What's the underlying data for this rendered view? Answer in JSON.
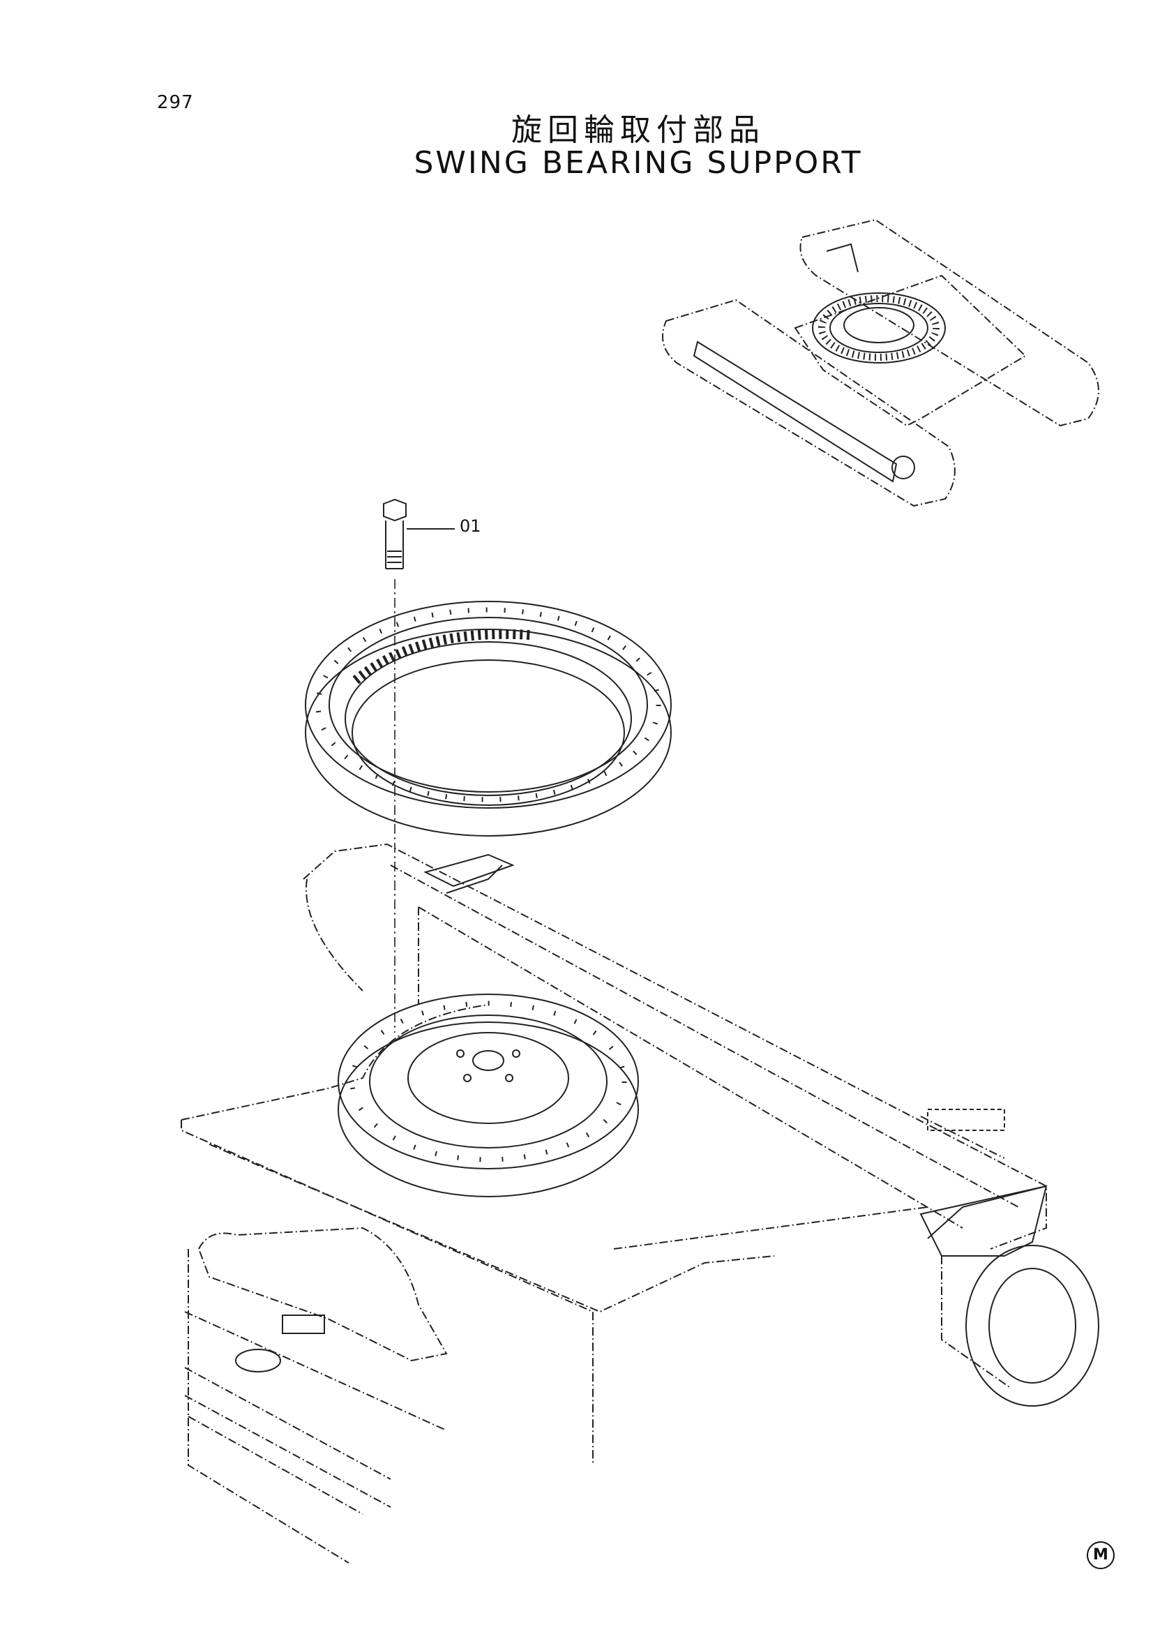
{
  "page": {
    "number": "297"
  },
  "title": {
    "japanese": "旋回輪取付部品",
    "english": "SWING BEARING SUPPORT"
  },
  "callouts": [
    {
      "id": "01"
    }
  ],
  "manufacturer_mark": "M"
}
